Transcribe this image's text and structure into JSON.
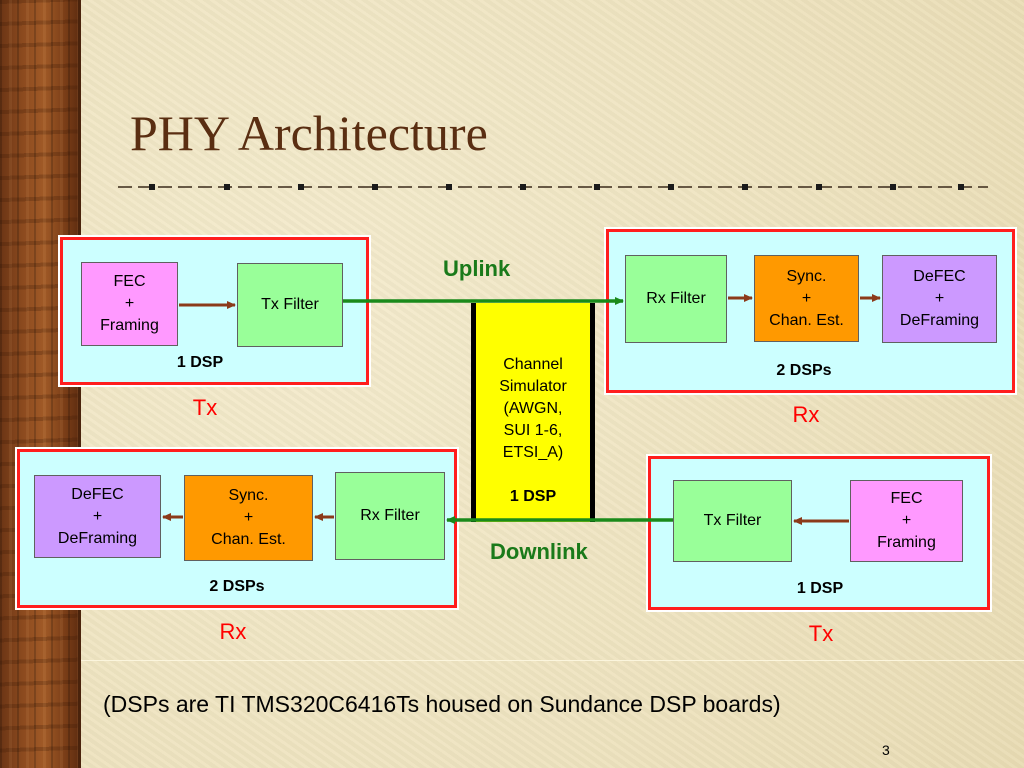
{
  "slide": {
    "title": "PHY Architecture",
    "footnote": "(DSPs are TI TMS320C6416Ts housed on Sundance DSP boards)",
    "page_number": "3"
  },
  "diagram": {
    "uplink_label": "Uplink",
    "downlink_label": "Downlink",
    "channel": {
      "label": "Channel\nSimulator\n(AWGN,\nSUI 1-6,\nETSI_A)",
      "dsp": "1 DSP"
    },
    "tx_top": {
      "fec": "FEC\n+\nFraming",
      "filter": "Tx Filter",
      "dsp": "1 DSP",
      "role": "Tx"
    },
    "rx_top": {
      "filter": "Rx Filter",
      "sync": "Sync.\n+\nChan. Est.",
      "defec": "DeFEC\n+\nDeFraming",
      "dsp": "2 DSPs",
      "role": "Rx"
    },
    "rx_bottom": {
      "defec": "DeFEC\n+\nDeFraming",
      "sync": "Sync.\n+\nChan. Est.",
      "filter": "Rx Filter",
      "dsp": "2 DSPs",
      "role": "Rx"
    },
    "tx_bottom": {
      "filter": "Tx Filter",
      "fec": "FEC\n+\nFraming",
      "dsp": "1 DSP",
      "role": "Tx"
    },
    "colors": {
      "panel_border": "#ff1e1e",
      "panel_fill": "#ccffff",
      "fec": "#ff99ff",
      "filter": "#99ff99",
      "sync": "#ff9900",
      "defec": "#cc99ff",
      "channel": "#ffff00",
      "link_line": "#1a8a1a",
      "arrow_brown": "#8b3a1a",
      "title": "#5a2e12"
    }
  }
}
